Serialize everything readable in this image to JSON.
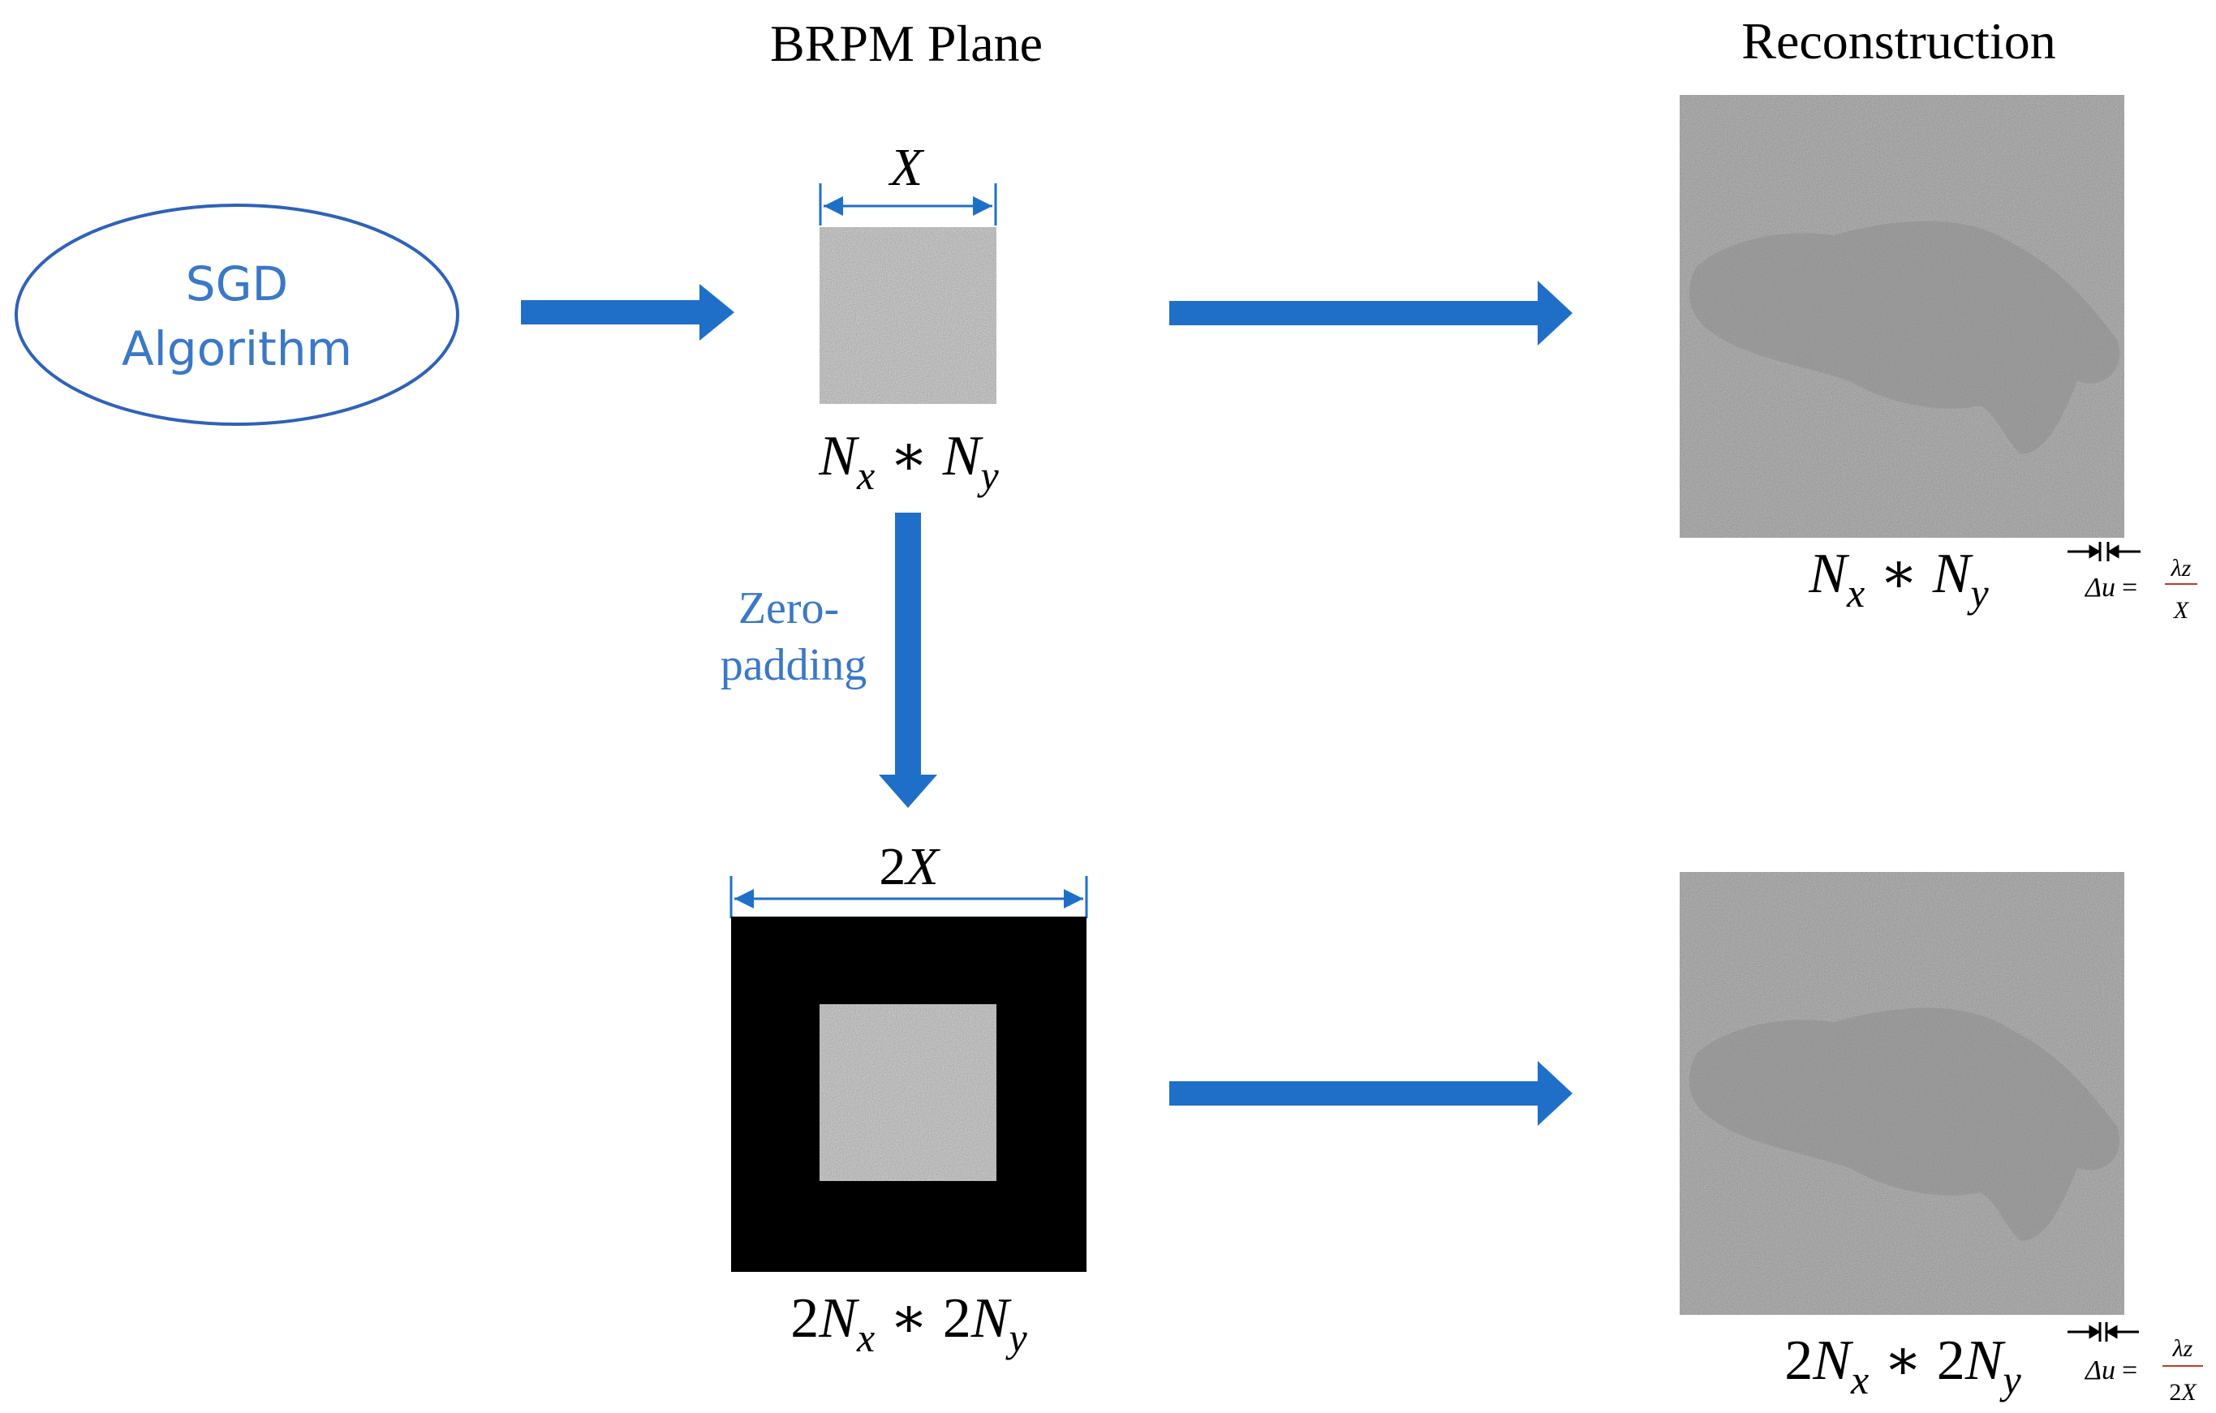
{
  "headers": {
    "brpm": "BRPM Plane",
    "reconstruction": "Reconstruction"
  },
  "ellipse": {
    "line1": "SGD",
    "line2": "Algorithm"
  },
  "zeropad": {
    "line1": "Zero-",
    "line2": "padding"
  },
  "math": {
    "x": "X",
    "x2": "2",
    "N": "N",
    "sub_x": "x",
    "sub_y": "y",
    "star": "∗",
    "two": "2",
    "delta": "Δu",
    "eq": "=",
    "lambda_z": "λz",
    "den1": "X",
    "den2": "2X"
  },
  "colors": {
    "blue": "#1f6fc8",
    "noise": "#7a7a7a",
    "black": "#000000",
    "recon": "#5d5d5d"
  }
}
